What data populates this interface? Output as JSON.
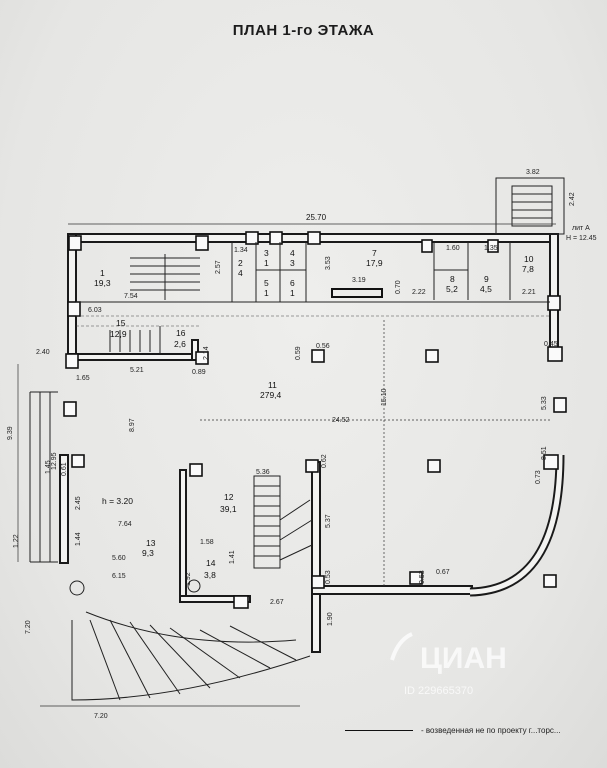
{
  "title": "ПЛАН 1-го ЭТАЖА",
  "rooms": [
    {
      "num": "1",
      "area": "19,3"
    },
    {
      "num": "2",
      "area": "4"
    },
    {
      "num": "3",
      "area": "1"
    },
    {
      "num": "4",
      "area": "3"
    },
    {
      "num": "5",
      "area": "1"
    },
    {
      "num": "6",
      "area": "1"
    },
    {
      "num": "7",
      "area": "17,9"
    },
    {
      "num": "8",
      "area": "5,2"
    },
    {
      "num": "9",
      "area": "4,5"
    },
    {
      "num": "10",
      "area": "7,8"
    },
    {
      "num": "11",
      "area": "279,4"
    },
    {
      "num": "12",
      "area": "39,1"
    },
    {
      "num": "13",
      "area": "9,3"
    },
    {
      "num": "14",
      "area": "3,8"
    },
    {
      "num": "15",
      "area": "12,9"
    },
    {
      "num": "16",
      "area": "2,6"
    }
  ],
  "dimensions": {
    "top_total": "25.70",
    "stair_width": "3.82",
    "main_hall_width": "24.52",
    "main_hall_depth": "15.10",
    "room12_width": "5.36",
    "room1_width": "7.54",
    "room7_width": "3.19",
    "room15_width": "5.21",
    "left_a": "8.97",
    "left_b": "2.40",
    "left_c": "9.39",
    "left_d": "6.15",
    "left_e": "5.60",
    "left_f": "7.64",
    "left_g": "12.95",
    "bottom_total": "7.20",
    "bottom_left": "7.20",
    "front_depth": "2.67",
    "right_a": "5.33",
    "right_b": "8.51",
    "misc": [
      "0.56",
      "0.59",
      "0.62",
      "0.53",
      "0.53",
      "0.67",
      "0.73",
      "0.45",
      "1.90",
      "5.37",
      "2.22",
      "2.21",
      "0.70",
      "1.34",
      "1.60",
      "1.35",
      "1.58",
      "1.53",
      "1.45",
      "6.03",
      "0.61",
      "0.59",
      "1.65",
      "2.14",
      "0.89",
      "2.57",
      "3.53",
      "1.92",
      "2.42",
      "1.22",
      "2.45",
      "1.44",
      "1.41"
    ]
  },
  "height_note": "h = 3.20",
  "level_mark": "H = 12.45",
  "level_mark_label": "лит А",
  "legend": {
    "text": "- возведенная не по проекту г...торс..."
  },
  "watermark": {
    "brand": "ЦИАН",
    "code": "ID 229665370"
  }
}
